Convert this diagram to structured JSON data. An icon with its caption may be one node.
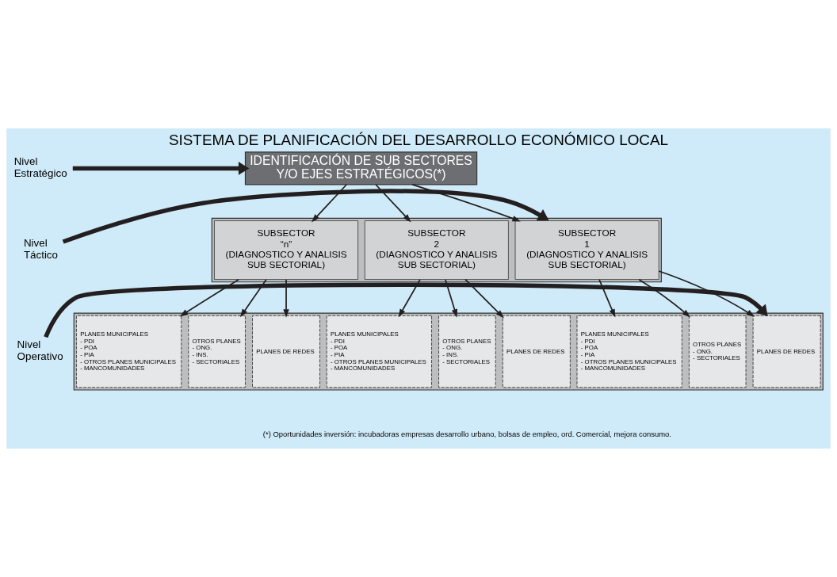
{
  "diagram": {
    "title": "SISTEMA DE PLANIFICACIÓN DEL DESARROLLO ECONÓMICO LOCAL",
    "caption": "(*) Oportunidades inversión: incubadoras empresas desarrollo urbano, bolsas de empleo, ord. Comercial, mejora consumo.",
    "nodes": [
      {
        "text": [
          "Nivel Estratégico"
        ]
      },
      {
        "text": [
          "IDENTIFICACIÓN DE SUB SECTORES Y/O EJES ESTRATÉGICOS(*)"
        ]
      },
      {
        "text": [
          "Nivel Táctico"
        ]
      },
      {
        "text": [],
        "shape": "box"
      },
      {
        "text": [
          "SUBSECTOR",
          "1",
          "(DIAGNOSTICO Y ANALISIS SUB SECTORIAL)"
        ],
        "in": 3
      },
      {
        "text": [
          "SUBSECTOR",
          "2",
          "(DIAGNOSTICO Y ANALISIS SUB SECTORIAL)"
        ],
        "in": 3
      },
      {
        "text": [
          "SUBSECTOR",
          "“n”",
          "(DIAGNOSTICO Y ANALISIS SUB SECTORIAL)"
        ],
        "in": 3
      },
      {
        "text": [
          "Nivel Operativo"
        ]
      },
      {
        "text": [],
        "shape": "box"
      },
      {
        "text": [
          "PLANES DE REDES"
        ],
        "in": 8
      },
      {
        "text": [
          "OTROS PLANES",
          "- ONG.",
          "- SECTORIALES"
        ],
        "in": 8
      },
      {
        "text": [
          "PLANES MUNICIPALES",
          "- PDI",
          "- POA",
          "- PIA",
          "- OTROS PLANES MUNICIPALES",
          "- MANCOMUNIDADES"
        ],
        "in": 8
      },
      {
        "text": [
          "PLANES DE REDES"
        ],
        "in": 8
      },
      {
        "text": [
          "OTROS PLANES",
          "- ONG.",
          "- INS.",
          "- SECTORIALES"
        ],
        "in": 8
      },
      {
        "text": [
          "PLANES MUNICIPALES",
          "- PDI",
          "- POA",
          "- PIA",
          "- OTROS PLANES MUNICIPALES",
          "- MANCOMUNIDADES"
        ],
        "in": 8
      },
      {
        "text": [
          "PLANES DE REDES"
        ],
        "in": 8
      },
      {
        "text": [
          "OTROS PLANES",
          "- ONG.",
          "- INS.",
          "- SECTORIALES"
        ],
        "in": 8
      },
      {
        "text": [
          "PLANES MUNICIPALES",
          "- PDI",
          "- POA",
          "- PIA",
          "- OTROS PLANES MUNICIPALES",
          "- MANCOMUNIDADES"
        ],
        "in": 8
      }
    ],
    "edges": [
      {
        "from": 0,
        "to": 1,
        "arrow": "to",
        "style": "thick"
      },
      {
        "from": 1,
        "to": 4,
        "arrow": "to"
      },
      {
        "from": 1,
        "to": 5,
        "arrow": "to"
      },
      {
        "from": 1,
        "to": 6,
        "arrow": "to"
      },
      {
        "from": 2,
        "to": 3,
        "arrow": "to",
        "style": "thick"
      },
      {
        "from": 4,
        "to": 9,
        "arrow": "to"
      },
      {
        "from": 4,
        "to": 10,
        "arrow": "to"
      },
      {
        "from": 4,
        "to": 11,
        "arrow": "to"
      },
      {
        "from": 5,
        "to": 12,
        "arrow": "to"
      },
      {
        "from": 5,
        "to": 13,
        "arrow": "to"
      },
      {
        "from": 5,
        "to": 14,
        "arrow": "to"
      },
      {
        "from": 6,
        "to": 15,
        "arrow": "to"
      },
      {
        "from": 6,
        "to": 16,
        "arrow": "to"
      },
      {
        "from": 6,
        "to": 17,
        "arrow": "to"
      },
      {
        "from": 7,
        "to": 8,
        "arrow": "to",
        "style": "thick"
      }
    ]
  }
}
